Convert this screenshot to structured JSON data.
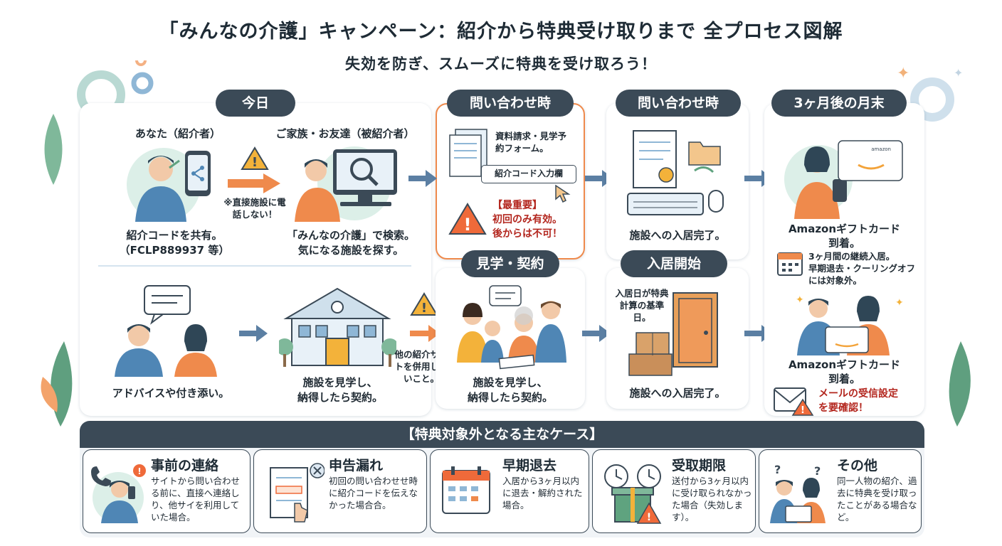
{
  "header": {
    "title": "「みんなの介護」キャンペーン：紹介から特典受け取りまで 全プロセス図解",
    "subtitle": "失効を防ぎ、スムーズに特典を受け取ろう！"
  },
  "stages": {
    "today": "今日",
    "inquiry1": "問い合わせ時",
    "inquiry2": "問い合わせ時",
    "month3": "3ヶ月後の月末",
    "visit": "見学・契約",
    "move": "入居開始"
  },
  "today": {
    "you_label": "あなた（紹介者）",
    "family_label": "ご家族・お友達（被紹介者）",
    "share_text": "紹介コードを共有。",
    "share_code": "（FCLP889937 等）",
    "no_call": "※直接施設に電話しない！",
    "search_text": "「みんなの介護」で検索。",
    "search_text2": "気になる施設を探す。",
    "advice": "アドバイスや付き添い。"
  },
  "inquiry1": {
    "form_text": "資料請求・見学予約フォーム。",
    "code_field": "紹介コード入力欄",
    "important": "【最重要】",
    "important2": "初回のみ有効。",
    "important3": "後からは不可！"
  },
  "inquiry2": {
    "done": "施設への入居完了。"
  },
  "visit": {
    "building_text": "施設を見学し、",
    "building_text2": "納得したら契約。",
    "warn": "他の紹介サイトを併用しないこと。",
    "family_text": "施設を見学し、",
    "family_text2": "納得したら契約。"
  },
  "move": {
    "base_date": "入居日が特典計算の基準日。",
    "done": "施設への入居完了。"
  },
  "month3": {
    "gift1": "Amazonギフトカード",
    "gift1b": "到着。",
    "cond1": "3ヶ月間の継続入居。",
    "cond2": "早期退去・クーリングオフには対象外。",
    "gift2": "Amazonギフトカード",
    "gift2b": "到着。",
    "mail": "メールの受信設定",
    "mail2": "を要確認！",
    "card_brand": "amazon"
  },
  "exclusions": {
    "header": "【特典対象外となる主なケース】",
    "cases": [
      {
        "title": "事前の連絡",
        "text": "サイトから問い合わせる前に、直接へ連絡しり、他サイを利用していた場合。"
      },
      {
        "title": "申告漏れ",
        "text": "初回の問い合わせせ時に紹介コードを伝えなかった場合合。"
      },
      {
        "title": "早期退去",
        "text": "入居から3ヶ月以内に退去・解約された場合。"
      },
      {
        "title": "受取期限",
        "text": "送付から3ヶ月以内に受け取られなかった場合（失効します）。"
      },
      {
        "title": "その他",
        "text": "同一人物の紹介、過去に特典を受け取ったことがある場合など。"
      }
    ]
  },
  "colors": {
    "dark": "#3b4a57",
    "accent_orange": "#ef8a4c",
    "accent_blue": "#4f86b5",
    "warning_red": "#b3261e",
    "teal": "#8fc7bd"
  }
}
